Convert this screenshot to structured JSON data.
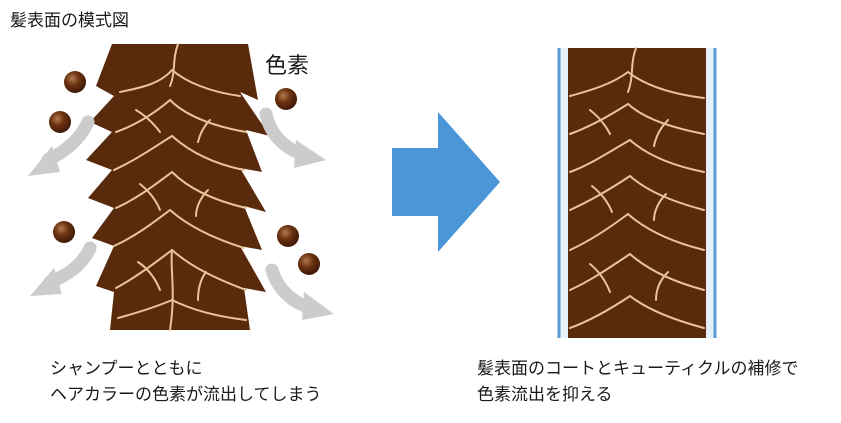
{
  "title": "髪表面の模式図",
  "pigment_label": "色素",
  "left_caption": {
    "line1": "シャンプーとともに",
    "line2": "ヘアカラーの色素が流出してしまう"
  },
  "right_caption": {
    "line1": "髪表面のコートとキューティクルの補修で",
    "line2": "色素流出を抑える"
  },
  "colors": {
    "hair": "#5a2a0c",
    "cuticle_line": "#e9c49a",
    "pigment": "#6b3210",
    "flow_arrow": "#cccccc",
    "main_arrow": "#4a96d6",
    "coat": "#5b9bd5"
  }
}
